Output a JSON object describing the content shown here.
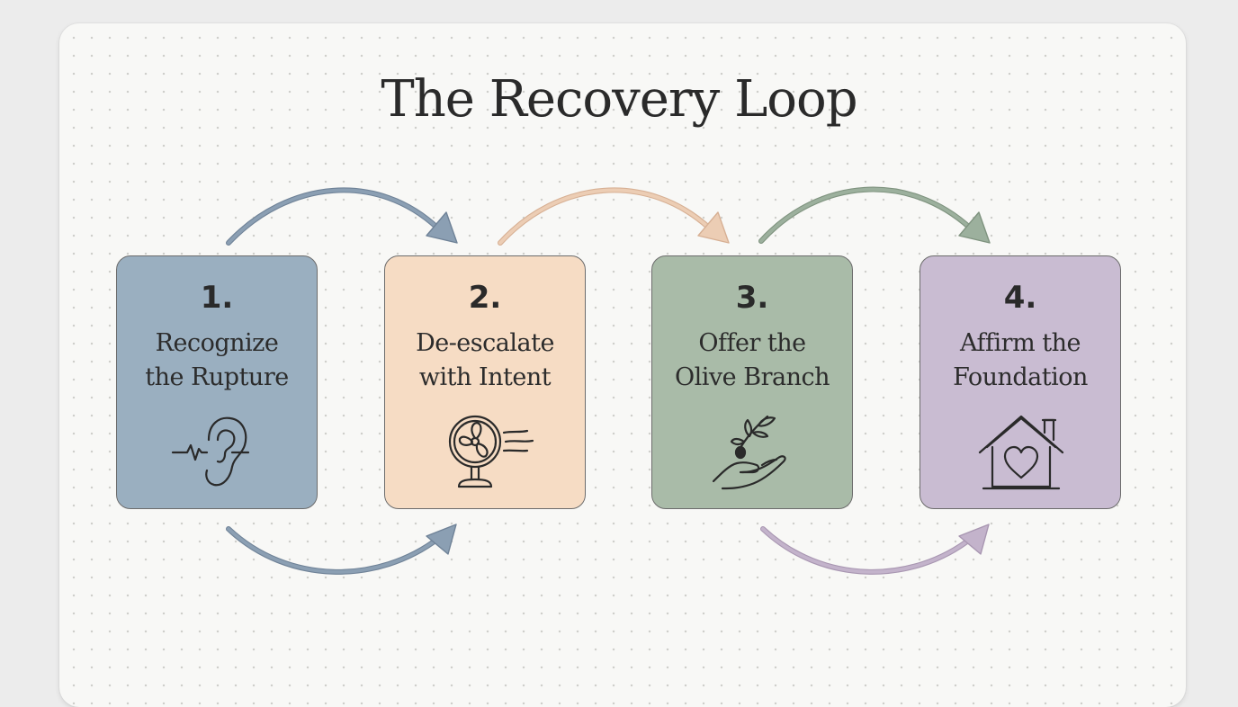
{
  "title": "The Recovery Loop",
  "colors": {
    "step1": "#9aafc0",
    "step2": "#f6dcc4",
    "step3": "#a9bba8",
    "step4": "#c9bcd2",
    "arrow_blue": "#8b9fb3",
    "arrow_peach": "#eccdb4",
    "arrow_green": "#9cb09d",
    "arrow_purple": "#c3b3cb"
  },
  "steps": [
    {
      "number": "1.",
      "line1": "Recognize",
      "line2": "the Rupture",
      "icon": "ear-icon"
    },
    {
      "number": "2.",
      "line1": "De-escalate",
      "line2": "with Intent",
      "icon": "fan-icon"
    },
    {
      "number": "3.",
      "line1": "Offer the",
      "line2": "Olive Branch",
      "icon": "olive-branch-hand-icon"
    },
    {
      "number": "4.",
      "line1": "Affirm the",
      "line2": "Foundation",
      "icon": "house-heart-icon"
    }
  ]
}
